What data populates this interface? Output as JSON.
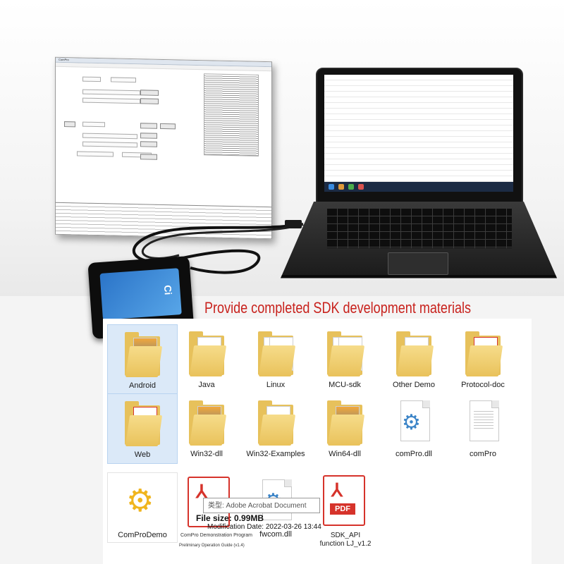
{
  "headline": "Provide completed SDK development materials",
  "screen": {
    "title": "ComPro"
  },
  "explorer": {
    "items": [
      {
        "label": "Android"
      },
      {
        "label": "Java"
      },
      {
        "label": "Linux"
      },
      {
        "label": "MCU-sdk"
      },
      {
        "label": "Other Demo"
      },
      {
        "label": "Protocol-doc"
      },
      {
        "label": "Web"
      },
      {
        "label": "Win32-dll"
      },
      {
        "label": "Win32-Examples"
      },
      {
        "label": "Win64-dll"
      },
      {
        "label": "comPro.dll"
      },
      {
        "label": "comPro"
      },
      {
        "label": "ComProDemo"
      },
      {
        "label": "ComPro Demonstration Program"
      },
      {
        "label": "fwcom.dll"
      },
      {
        "label": "SDK_API function LJ_v1.2"
      }
    ]
  },
  "tooltip": {
    "type": "类型: Adobe Acrobat Document",
    "size": "File size: 0.99MB",
    "date": "Modification Date: 2022-03-26 13:44",
    "caption": "Preliminary Operation Guide (v1.4)"
  },
  "pdf_tag": "PDF",
  "reader_logo": "Ci",
  "colors": {
    "headline": "#c8221d",
    "folder": "#e7c15b",
    "pdf": "#d6332b",
    "selection": "#dbe9f8"
  }
}
